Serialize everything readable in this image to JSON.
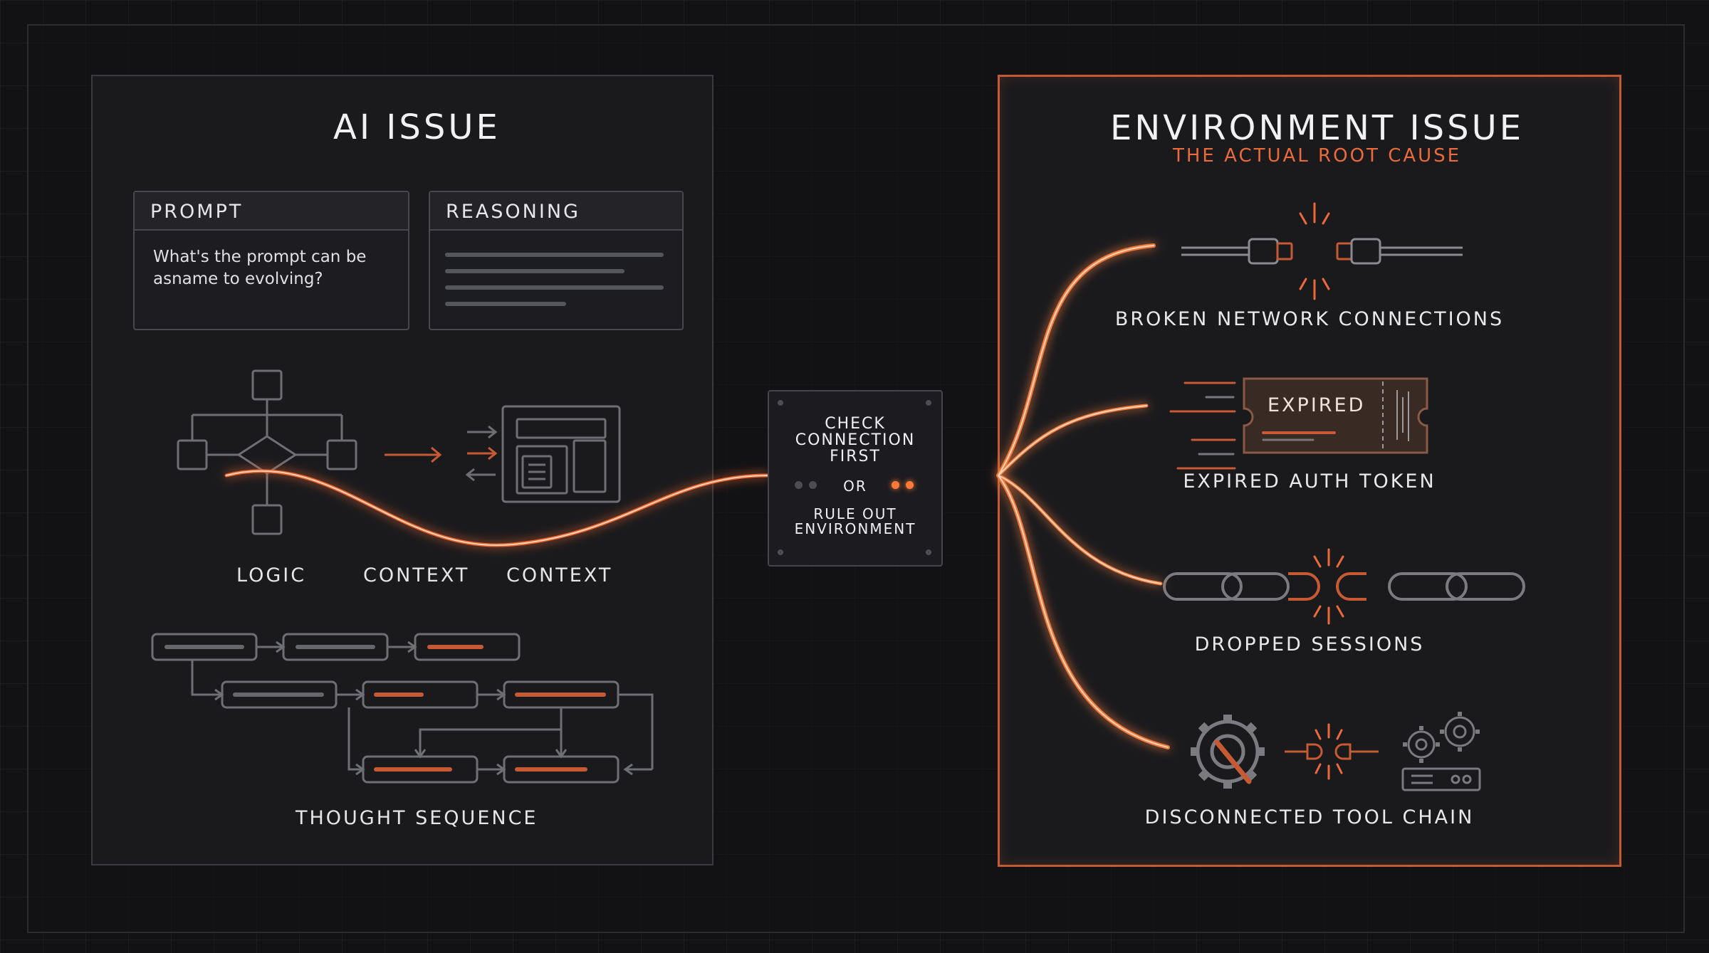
{
  "left_panel": {
    "title": "AI ISSUE",
    "prompt_card": {
      "heading": "PROMPT",
      "text": "What's the prompt can be asname to evolving?"
    },
    "reasoning_card": {
      "heading": "REASONING"
    },
    "labels": {
      "logic": "LOGIC",
      "context_1": "CONTEXT",
      "context_2": "CONTEXT",
      "thought_sequence": "THOUGHT SEQUENCE"
    }
  },
  "center": {
    "check": "CHECK\nCONNECTION\nFIRST",
    "or": "OR",
    "rule_out": "RULE OUT\nENVIRONMENT"
  },
  "right_panel": {
    "title": "ENVIRONMENT ISSUE",
    "subtitle": "THE ACTUAL ROOT CAUSE",
    "items": [
      {
        "label": "BROKEN NETWORK CONNECTIONS",
        "icon": "broken-cable-icon"
      },
      {
        "label": "EXPIRED AUTH TOKEN",
        "icon": "expired-ticket-icon",
        "ticket_text": "EXPIRED"
      },
      {
        "label": "DROPPED SESSIONS",
        "icon": "broken-chain-icon"
      },
      {
        "label": "DISCONNECTED TOOL CHAIN",
        "icon": "gear-tool-icon"
      }
    ]
  },
  "colors": {
    "accent": "#ea6a3c",
    "glow": "#ff8a4a",
    "panel_border": "#3a3a40",
    "accent_border": "#c45a33"
  }
}
